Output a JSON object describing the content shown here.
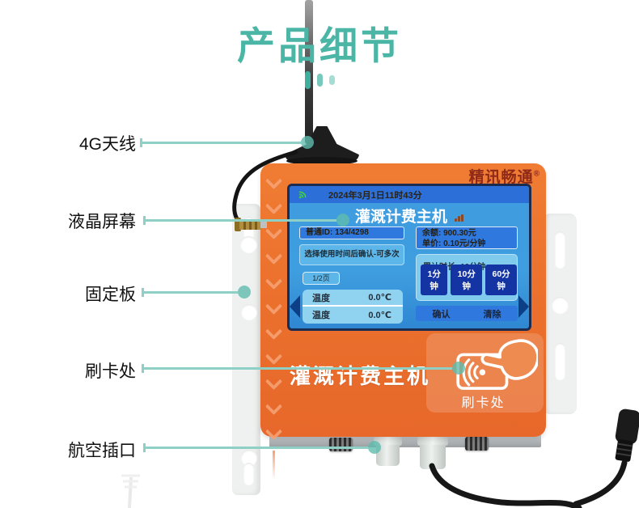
{
  "page": {
    "title": "产品细节"
  },
  "callouts": [
    {
      "label": "4G天线"
    },
    {
      "label": "液晶屏幕"
    },
    {
      "label": "固定板"
    },
    {
      "label": "刷卡处"
    },
    {
      "label": "航空插口"
    }
  ],
  "device": {
    "brand": "精讯畅通",
    "brand_mark": "®",
    "front_label": "灌溉计费主机",
    "card_area": {
      "label": "刷卡处"
    },
    "screen": {
      "statusbar": {
        "date": "2024年3月1日11时43分"
      },
      "title": "灌溉计费主机",
      "id_value": "普通ID: 134/4298",
      "hint": "选择使用时间后确认-可多次",
      "page_indicator": "1/2页",
      "temperatures": [
        {
          "name": "温度",
          "value": "0.0℃"
        },
        {
          "name": "温度",
          "value": "0.0℃"
        }
      ],
      "balance": "余额: 900.30元",
      "unit_price": "单价: 0.10元/分钟",
      "accumulated": "累计时长: 10分钟",
      "duration_buttons": [
        {
          "label": "1分钟"
        },
        {
          "label": "10分钟"
        },
        {
          "label": "60分钟"
        }
      ],
      "confirm": "确认",
      "clear": "清除"
    }
  },
  "colors": {
    "accent_teal": "#4cb6a6",
    "callout_line": "#8fd0c6",
    "device_orange": "#ea6f2c",
    "screen_blue": "#3f9edf",
    "panel_blue": "#2f78de",
    "button_navy": "#1534a3",
    "brand_red": "#8e2a17",
    "wifi_green": "#3ed43e"
  }
}
